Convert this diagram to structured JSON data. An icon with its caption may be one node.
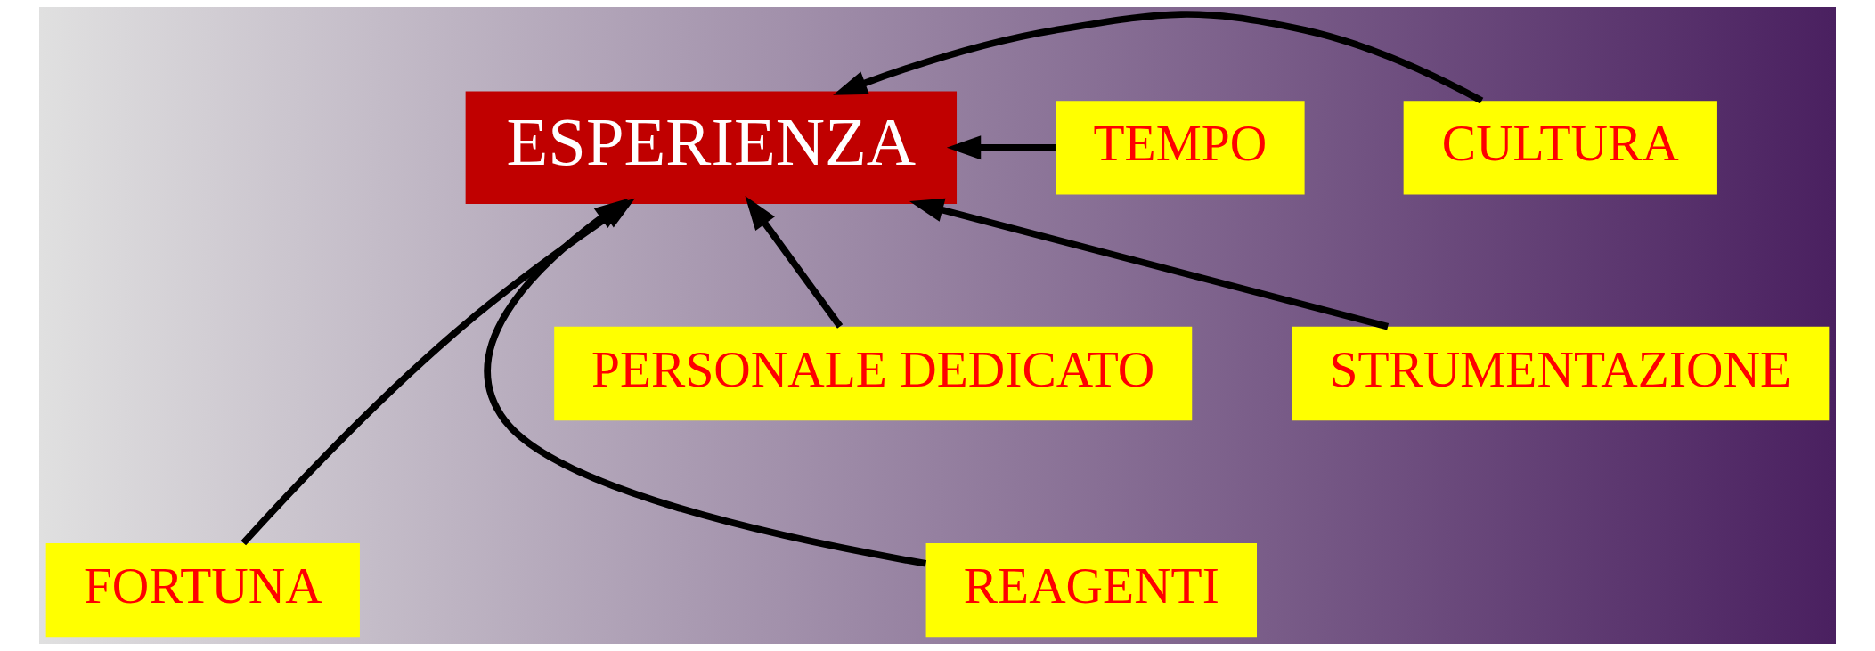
{
  "diagram": {
    "nodes": [
      {
        "text": [
          "CULTURA"
        ]
      },
      {
        "text": [
          "ESPERIENZA"
        ]
      },
      {
        "text": [
          "TEMPO"
        ]
      },
      {
        "text": [
          "STRUMENTAZIONE"
        ]
      },
      {
        "text": [
          "PERSONALE DEDICATO"
        ]
      },
      {
        "text": [
          "REAGENTI"
        ]
      },
      {
        "text": [
          "FORTUNA"
        ]
      }
    ],
    "edges": [
      {
        "from": 0,
        "to": 1,
        "arrow": "to"
      },
      {
        "from": 2,
        "to": 1,
        "arrow": "to"
      },
      {
        "from": 3,
        "to": 1,
        "arrow": "to"
      },
      {
        "from": 4,
        "to": 1,
        "arrow": "to"
      },
      {
        "from": 5,
        "to": 1,
        "arrow": "to"
      },
      {
        "from": 6,
        "to": 1,
        "arrow": "to"
      }
    ]
  }
}
